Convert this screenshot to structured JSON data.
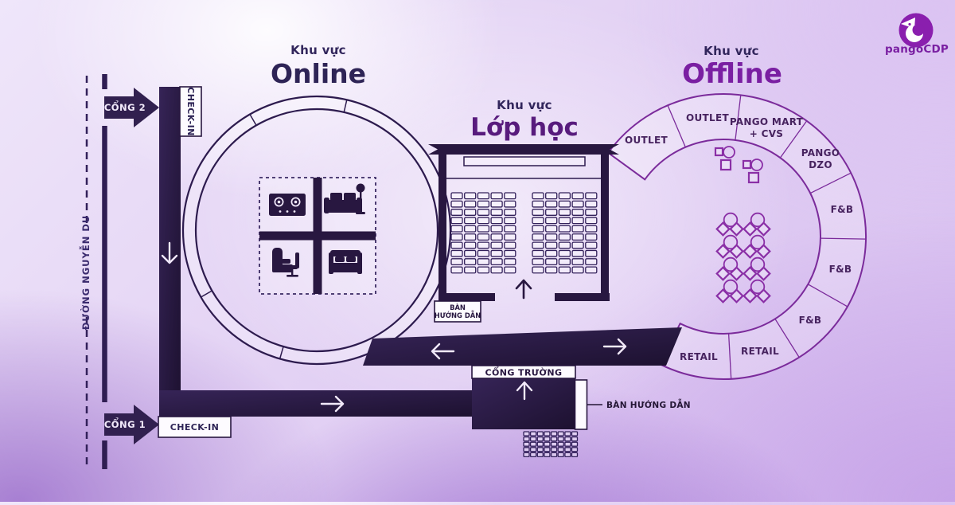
{
  "brand": {
    "name": "pangoCDP"
  },
  "street": {
    "name": "ĐƯỜNG NGUYỄN DU"
  },
  "gates": {
    "gate_2": "CỔNG 2",
    "gate_1": "CỔNG 1"
  },
  "check_in": {
    "top": "CHECK-IN",
    "bottom": "CHECK-IN"
  },
  "zones": {
    "online": {
      "kicker": "Khu vực",
      "title": "Online"
    },
    "classroom": {
      "kicker": "Khu vực",
      "title": "Lớp học"
    },
    "offline": {
      "kicker": "Khu vực",
      "title": "Offline"
    }
  },
  "classroom_area": {
    "seat_blocks": 2,
    "seat_rows": 10,
    "seat_cols_per_block": 5,
    "info_desk": {
      "line1": "BÀN",
      "line2": "HƯỚNG DẪN"
    }
  },
  "school_gate_area": {
    "label": "CỔNG TRƯỜNG",
    "info_desk_label": "BÀN HƯỚNG DẪN",
    "waiting_rows": 5,
    "waiting_groups": 4,
    "waiting_cols_per_group": 2
  },
  "offline_area": {
    "segments": [
      {
        "name": "OUTLET"
      },
      {
        "name": "OUTLET"
      },
      {
        "name": "PANGO MART + CVS",
        "line1": "PANGO MART",
        "line2": "+ CVS"
      },
      {
        "name": "PANGO DZO",
        "line1": "PANGO",
        "line2": "DZO"
      },
      {
        "name": "F&B"
      },
      {
        "name": "F&B"
      },
      {
        "name": "F&B"
      },
      {
        "name": "RETAIL"
      },
      {
        "name": "RETAIL"
      }
    ],
    "table_rows": 4,
    "table_cols": 2,
    "booths": 2
  },
  "icons": {
    "logo": "pango-logo-icon",
    "online_quadrants": [
      "stove-icon",
      "sofa-lamp-icon",
      "recliner-chair-icon",
      "bed-icon"
    ],
    "flow_arrows": [
      "down-arrow-icon",
      "right-arrow-icon",
      "left-arrow-icon",
      "up-arrow-icon"
    ]
  },
  "colors": {
    "ink": "#281740",
    "bar_dark": "#241435",
    "ring_online": "#2d1b4e",
    "ring_offline": "#7b2b9b",
    "title_online": "#2e2456",
    "title_classroom": "#581b7d",
    "title_offline": "#7a1fa2",
    "background": "#e3d2f4"
  }
}
